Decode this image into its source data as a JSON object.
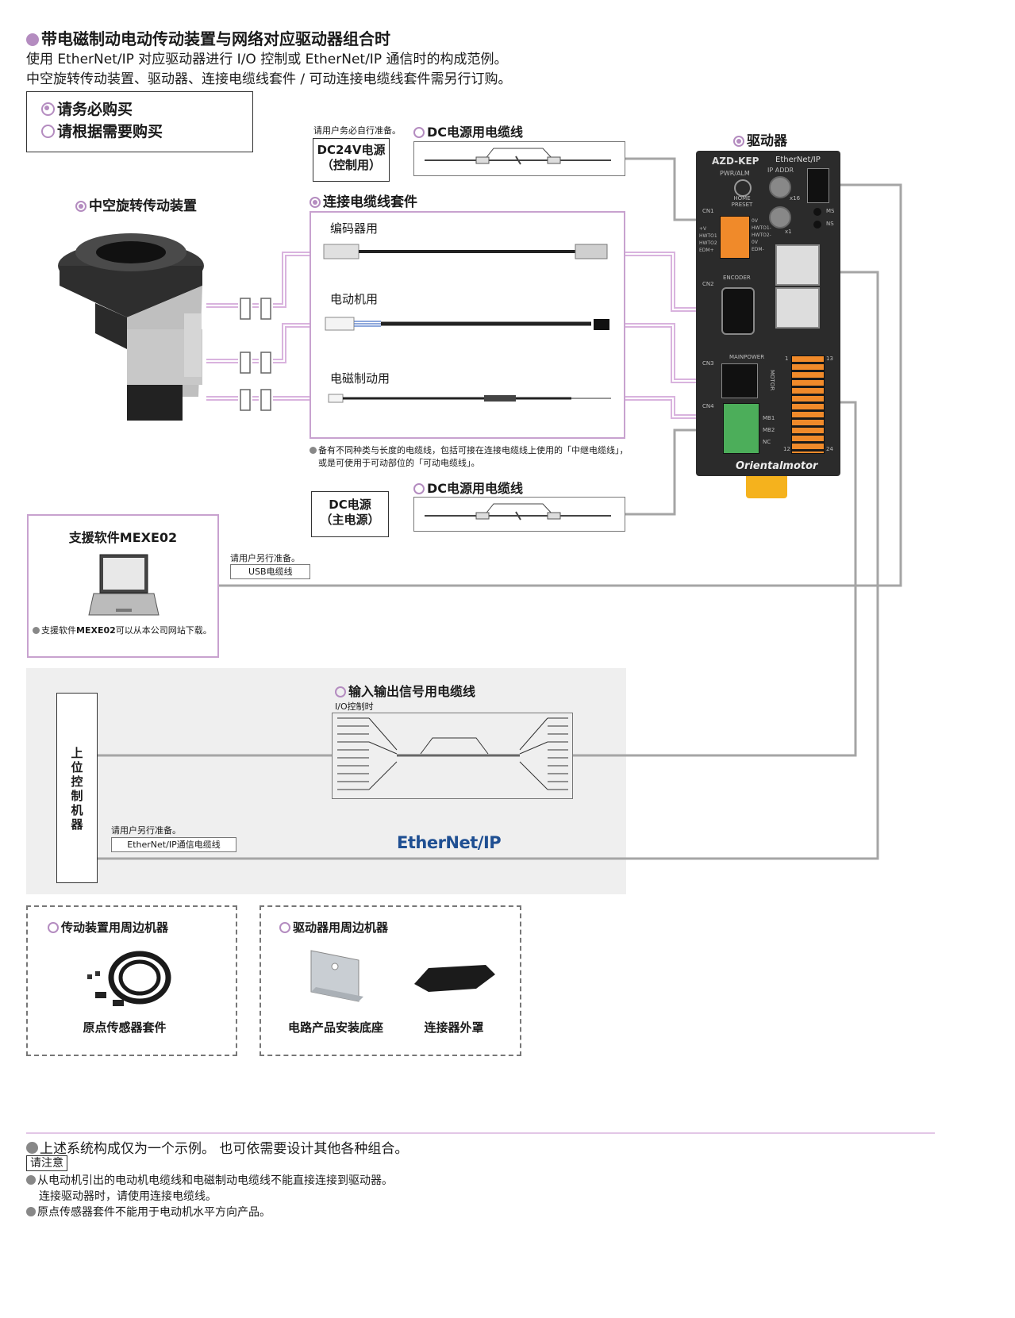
{
  "header": {
    "title": "带电磁制动电动传动装置与网络对应驱动器组合时",
    "line1": "使用 EtherNet/IP 对应驱动器进行 I/O 控制或 EtherNet/IP 通信时的构成范例。",
    "line2": "中空旋转传动装置、驱动器、连接电缆线套件 / 可动连接电缆线套件需另行订购。"
  },
  "legend": {
    "required": "请务必购买",
    "optional": "请根据需要购买"
  },
  "actuator": {
    "label": "中空旋转传动装置"
  },
  "driver": {
    "label": "驱动器",
    "model": "AZD-KEP",
    "network": "EtherNet/IP",
    "brand": "Orientalmotor",
    "pwr_alm": "PWR/ALM",
    "ip_addr": "IP ADDR",
    "home_preset": "HOME PRESET",
    "x16": "x16",
    "x1": "x1",
    "ms": "MS",
    "ns": "NS",
    "cn1": "CN1",
    "cn2": "CN2",
    "cn3": "CN3",
    "cn4": "CN4",
    "encoder": "ENCODER",
    "mainpower": "MAINPOWER",
    "motor": "MOTOR",
    "cn1_pins_left": [
      "+V",
      "HWTO1",
      "HWTO2",
      "EDM+"
    ],
    "cn1_pins_right": [
      "0V",
      "HWTO1-",
      "HWTO2-",
      "0V",
      "EDM-"
    ],
    "cn4_pins": [
      "MB1",
      "MB2",
      "NC"
    ],
    "pin_1": "1",
    "pin_13": "13",
    "pin_12": "12",
    "pin_24": "24"
  },
  "dc24": {
    "note": "请用户务必自行准备。",
    "box_line1": "DC24V电源",
    "box_line2": "（控制用）",
    "cable_label": "DC电源用电缆线"
  },
  "kit": {
    "label": "连接电缆线套件",
    "encoder": "编码器用",
    "motor": "电动机用",
    "brake": "电磁制动用",
    "note_line1": "备有不同种类与长度的电缆线，包括可接在连接电缆线上使用的「中继电缆线」，",
    "note_line2": "或是可使用于可动部位的「可动电缆线」。"
  },
  "dcmain": {
    "box_line1": "DC电源",
    "box_line2": "（主电源）",
    "cable_label": "DC电源用电缆线"
  },
  "software": {
    "title": "支援软件MEXE02",
    "note_pre": "支援软件",
    "note_bold": "MEXE02",
    "note_post": "可以从本公司网站下载。",
    "usb_note": "请用户另行准备。",
    "usb_label": "USB电缆线"
  },
  "io": {
    "label": "输入输出信号用电缆线",
    "sub": "I/O控制时"
  },
  "host": {
    "label": "上位控制机器",
    "eth_note": "请用户另行准备。",
    "eth_label": "EtherNet/IP通信电缆线",
    "logo": "EtherNet/IP"
  },
  "peripherals": {
    "actuator_title": "传动装置用周边机器",
    "sensor_kit": "原点传感器套件",
    "driver_title": "驱动器用周边机器",
    "din_mount": "电路产品安装底座",
    "connector_cover": "连接器外罩"
  },
  "footer": {
    "line1": "上述系统构成仅为一个示例。 也可依需要设计其他各种组合。",
    "caution": "请注意",
    "item1": "从电动机引出的电动机电缆线和电磁制动电缆线不能直接连接到驱动器。",
    "item1b": "连接驱动器时，请使用连接电缆线。",
    "item2": "原点传感器套件不能用于电动机水平方向产品。"
  },
  "colors": {
    "accent": "#b48cc0",
    "wire_pink": "#d9b3de",
    "wire_gray": "#a0a0a0",
    "driver_body": "#2b2b2b",
    "panel_gray": "#efefef"
  }
}
